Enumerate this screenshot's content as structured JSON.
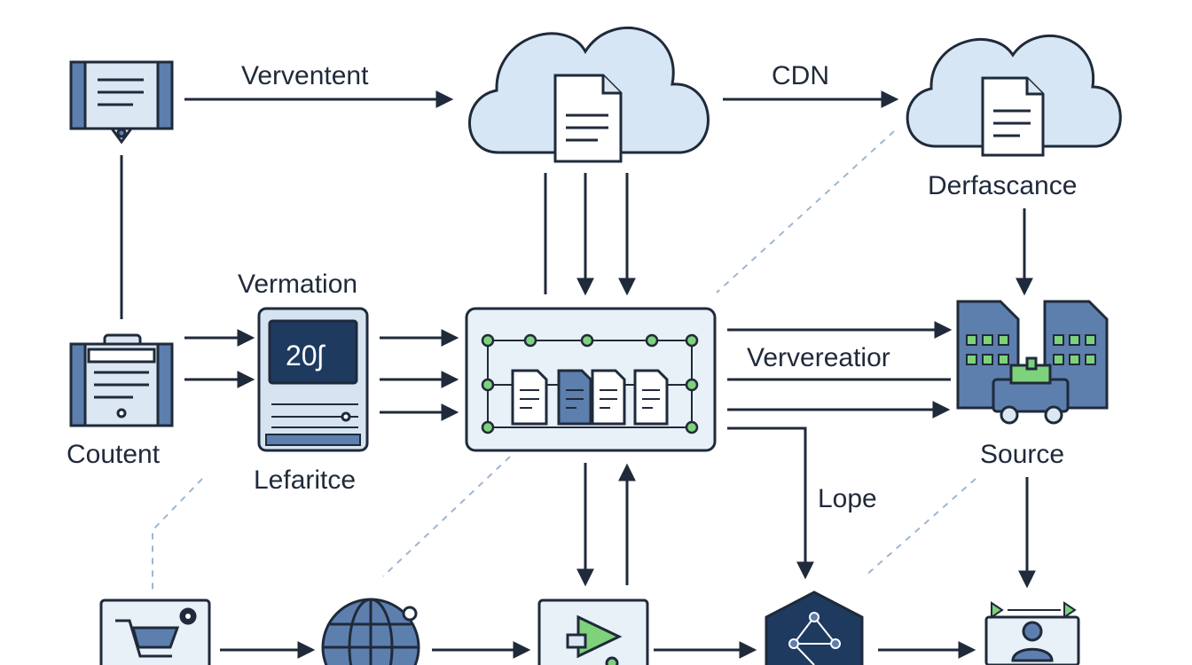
{
  "labels": {
    "verventent": "Verventent",
    "cdn": "CDN",
    "derfascance": "Derfascance",
    "vermation": "Vermation",
    "ververeatior": "Ververeatior",
    "coutent": "Coutent",
    "lefaritce": "Lefaritce",
    "source": "Source",
    "lope": "Lope"
  },
  "screen_value": "20ʃ",
  "colors": {
    "stroke": "#1f2a3a",
    "fill_light": "#dbe7f3",
    "fill_mid": "#5d7fae",
    "fill_dark": "#1f3a5f",
    "accent_green": "#7fd27c",
    "dashed": "#9fb6cf"
  },
  "icons": [
    "scroll-document-icon",
    "cloud-document-icon",
    "cloud-document-icon",
    "briefcase-icon",
    "computer-terminal-icon",
    "network-documents-icon",
    "buildings-truck-icon",
    "shopping-cart-icon",
    "globe-icon",
    "media-play-icon",
    "network-hexagon-icon",
    "user-workstation-icon"
  ]
}
